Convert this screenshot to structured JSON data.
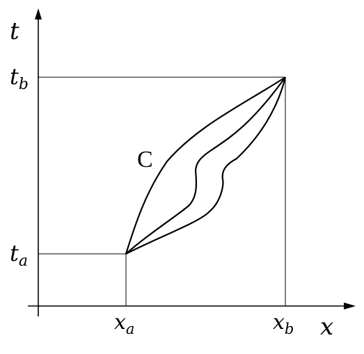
{
  "axes": {
    "x_label": "x",
    "t_label": "t"
  },
  "markers": {
    "t_a": {
      "main": "t",
      "sub": "a"
    },
    "t_b": {
      "main": "t",
      "sub": "b"
    },
    "x_a": {
      "main": "x",
      "sub": "a"
    },
    "x_b": {
      "main": "x",
      "sub": "b"
    }
  },
  "curve_label": "C",
  "colors": {
    "stroke": "#000000",
    "background": "#ffffff"
  }
}
